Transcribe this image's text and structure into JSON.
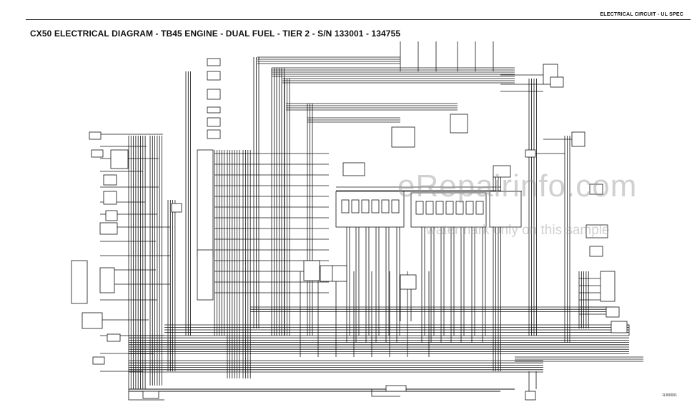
{
  "header": {
    "section_label": "ELECTRICAL CIRCUIT - UL SPEC"
  },
  "diagram": {
    "title": "CX50 ELECTRICAL DIAGRAM - TB45 ENGINE - DUAL FUEL - TIER 2 - S/N 133001 - 134755",
    "reference_code": "RJ00001"
  },
  "watermark": {
    "main": "eRepairinfo.com",
    "sub": "watermark only on this sample"
  },
  "colors": {
    "line": "#111111",
    "watermark": "#9a9a9a"
  }
}
